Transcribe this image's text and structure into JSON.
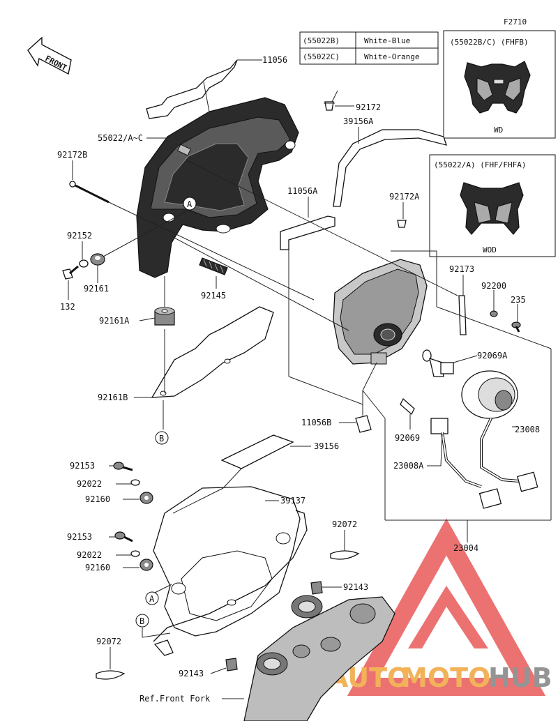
{
  "figure_code": "F2710",
  "front_label": "FRONT",
  "color_table": [
    {
      "code": "(55022B)",
      "color": "White-Blue"
    },
    {
      "code": "(55022C)",
      "color": "White-Orange"
    }
  ],
  "insets": [
    {
      "title": "(55022B/C) (FHFB)",
      "caption": "WD"
    },
    {
      "title": "(55022/A) (FHF/FHFA)",
      "caption": "WOD"
    }
  ],
  "callouts": {
    "c11056": "11056",
    "c92172": "92172",
    "c39156A": "39156A",
    "c55022": "55022/A~C",
    "c92172B": "92172B",
    "c11056A": "11056A",
    "c92172A": "92172A",
    "c92152": "92152",
    "c92161": "92161",
    "c132": "132",
    "c92145": "92145",
    "c92173": "92173",
    "c92200": "92200",
    "c235": "235",
    "c92161A": "92161A",
    "c92069A": "92069A",
    "c92161B": "92161B",
    "c11056B": "11056B",
    "c92069": "92069",
    "c23008": "23008",
    "c23008A": "23008A",
    "c39156": "39156",
    "c92153a": "92153",
    "c92022a": "92022",
    "c92160a": "92160",
    "c39137": "39137",
    "c92072a": "92072",
    "c23004": "23004",
    "c92153b": "92153",
    "c92022b": "92022",
    "c92160b": "92160",
    "c92143a": "92143",
    "c92072b": "92072",
    "c92143b": "92143",
    "ref_front_fork": "Ref.Front Fork"
  },
  "ref_markers": {
    "a1": "A",
    "b1": "B",
    "a2": "A",
    "b2": "B"
  },
  "watermark": {
    "part1": "AUTO",
    "part2": "MOTO",
    "part3": "HUB"
  },
  "colors": {
    "line": "#222222",
    "watermark_red": "#e85050",
    "watermark_orange": "#f0a030",
    "watermark_gray": "#7a7a7a"
  }
}
